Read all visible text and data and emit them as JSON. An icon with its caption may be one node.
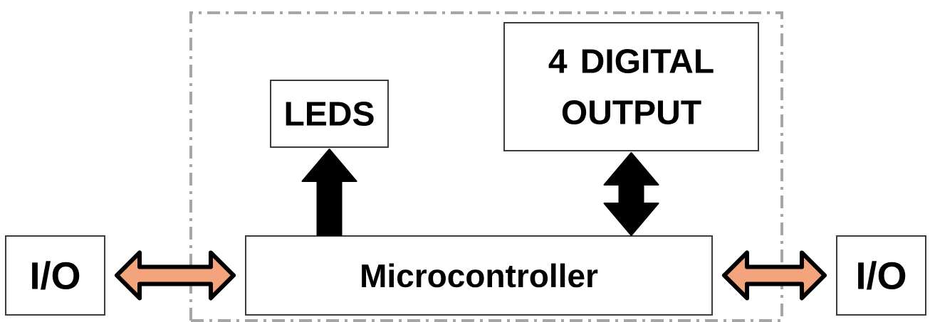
{
  "diagram": {
    "nodes": [
      {
        "text": [],
        "shape": "box"
      },
      {
        "text": [
          "LEDS"
        ],
        "in": 0
      },
      {
        "text": [
          "4 DIGITAL OUTPUT"
        ],
        "in": 0
      },
      {
        "text": [
          "I/O"
        ]
      },
      {
        "text": [
          "Microcontroller"
        ],
        "in": 0
      },
      {
        "text": [
          "I/O"
        ]
      }
    ],
    "edges": [
      {
        "from": 4,
        "to": 1,
        "arrow": "to"
      },
      {
        "from": 4,
        "to": 2,
        "arrow": "both"
      },
      {
        "from": 3,
        "to": 4,
        "arrow": "both",
        "color": "#f4a47c"
      },
      {
        "from": 4,
        "to": 5,
        "arrow": "both",
        "color": "#f4a47c"
      }
    ]
  }
}
